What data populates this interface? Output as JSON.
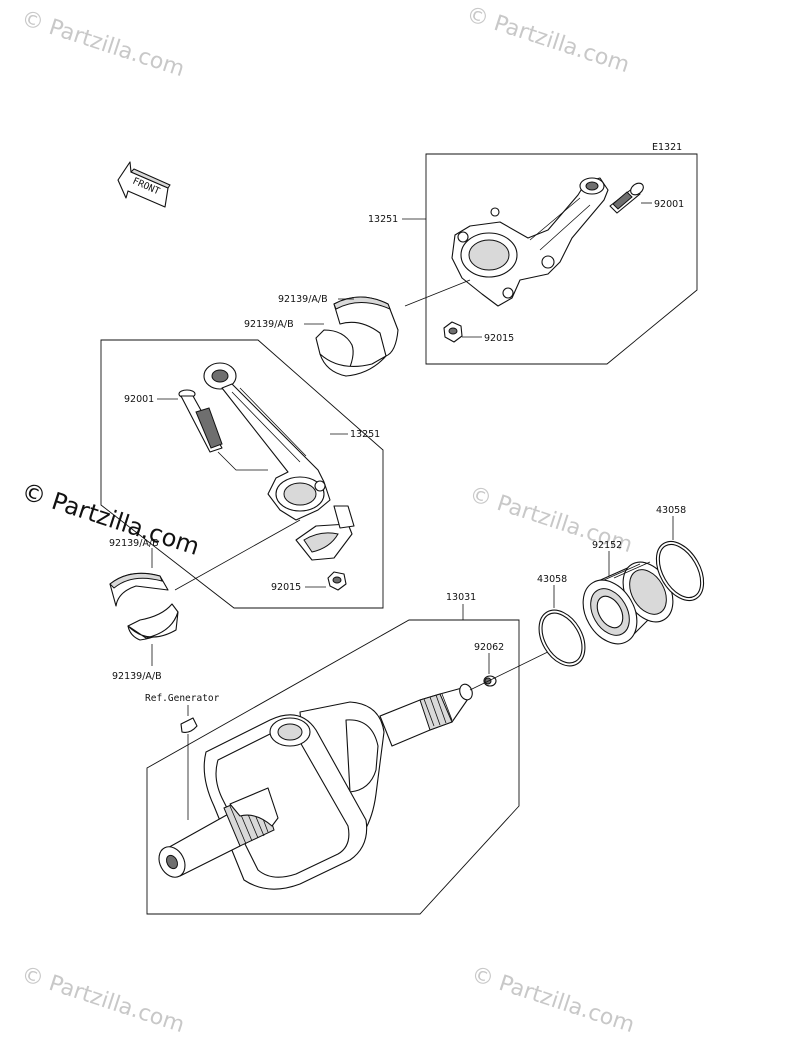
{
  "diagram_code": "E1321",
  "watermark": "© Partzilla.com",
  "front_arrow_label": "FRONT",
  "callouts": {
    "rod_upper": "13251",
    "bolt_upper": "92001",
    "nut_upper": "92015",
    "bearing_a": "92139/A/B",
    "bearing_b": "92139/A/B",
    "bolt_lower": "92001",
    "rod_lower": "13251",
    "bearing_c": "92139/A/B",
    "nut_lower": "92015",
    "bearing_d": "92139/A/B",
    "ref_generator": "Ref.Generator",
    "crankshaft": "13031",
    "plug": "92062",
    "ring_inner": "43058",
    "bearing_ball": "92152",
    "ring_outer": "43058"
  },
  "colors": {
    "line": "#111111",
    "watermark": "#c8c8c8",
    "background": "#ffffff"
  }
}
